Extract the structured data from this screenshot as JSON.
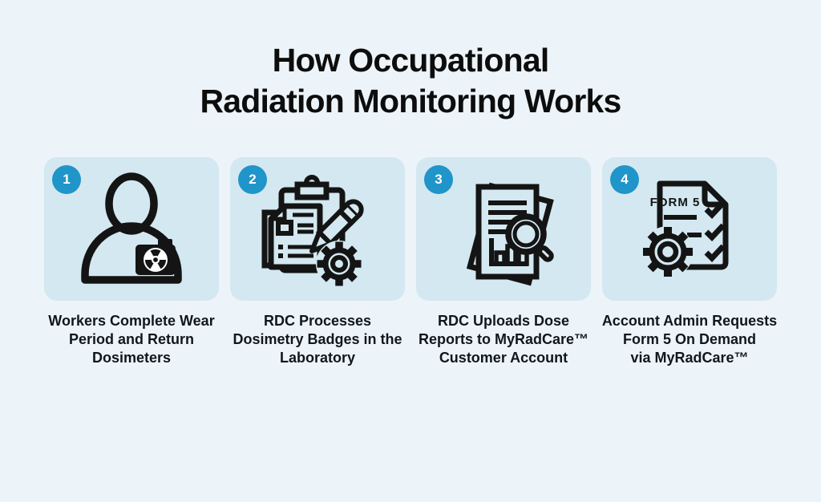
{
  "title": {
    "line1": "How Occupational",
    "line2": "Radiation Monitoring Works"
  },
  "colors": {
    "background": "#edf4f9",
    "card": "#d3e8f0",
    "badge": "#2095c9",
    "badge_text": "#ffffff",
    "ink": "#141414",
    "caption_ink": "#10161d"
  },
  "steps": [
    {
      "number": "1",
      "icon": "worker-with-dosimeter-badge",
      "caption_lines": [
        "Workers Complete Wear",
        "Period and Return",
        "Dosimeters"
      ]
    },
    {
      "number": "2",
      "icon": "clipboard-pencil-gear",
      "caption_lines": [
        "RDC Processes",
        "Dosimetry Badges in the",
        "Laboratory"
      ]
    },
    {
      "number": "3",
      "icon": "dose-report-magnifier",
      "caption_lines": [
        "RDC Uploads Dose",
        "Reports to MyRadCare™",
        "Customer Account"
      ]
    },
    {
      "number": "4",
      "icon": "form5-document-gear",
      "caption_lines": [
        "Account Admin Requests",
        "Form 5 On Demand",
        "via MyRadCare™"
      ],
      "form_label": "FORM 5"
    }
  ]
}
